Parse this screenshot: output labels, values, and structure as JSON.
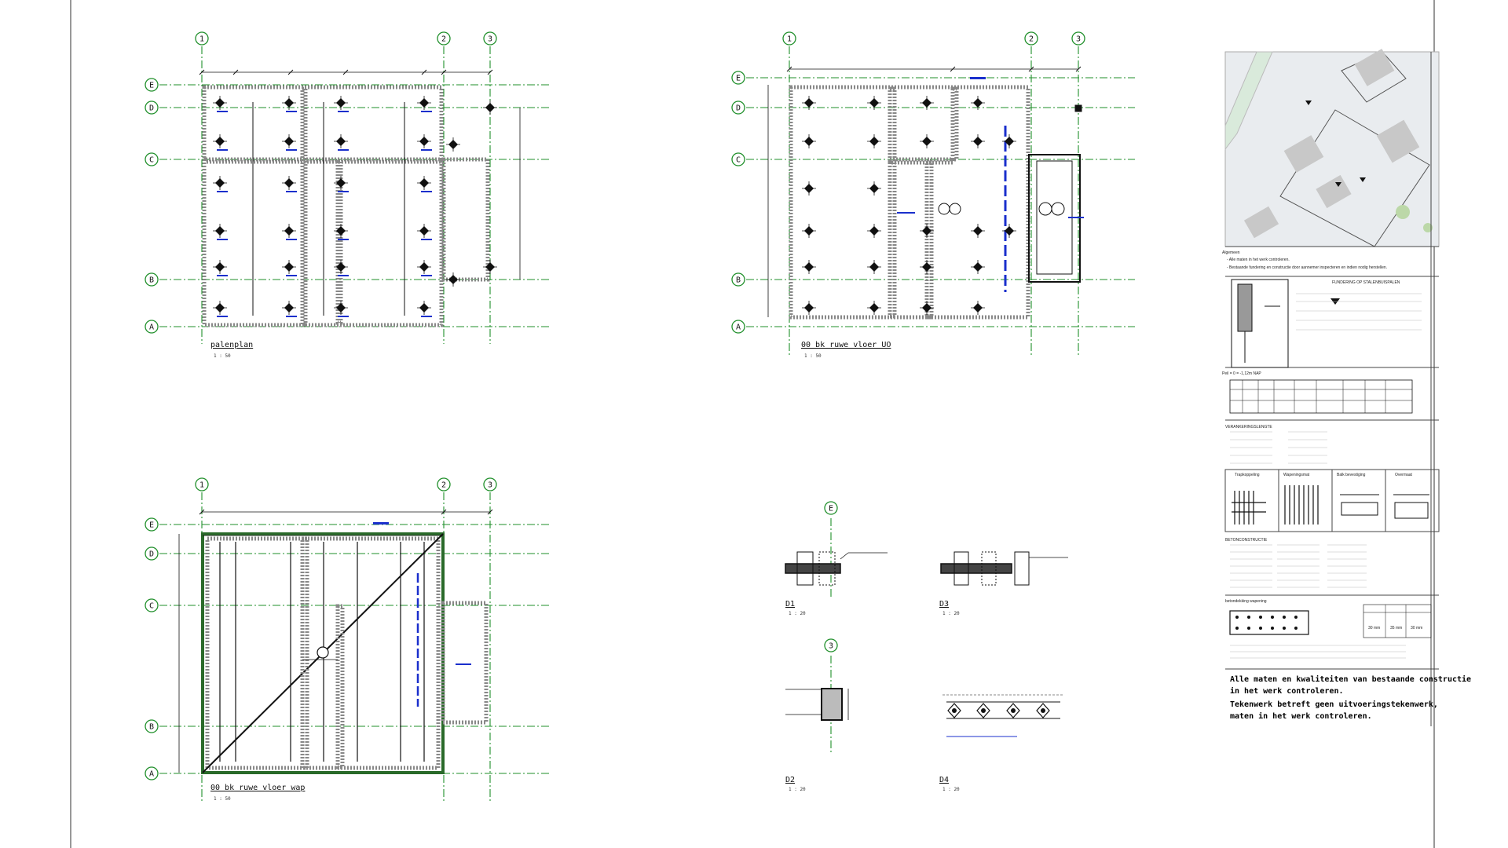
{
  "views": {
    "plan1": {
      "title": "palenplan",
      "scale": "1 : 50"
    },
    "plan2": {
      "title": "00 bk ruwe vloer UO",
      "scale": "1 : 50"
    },
    "plan3": {
      "title": "00 bk ruwe vloer wap",
      "scale": "1 : 50"
    },
    "d1": {
      "title": "D1",
      "scale": "1 : 20"
    },
    "d2": {
      "title": "D2",
      "scale": "1 : 20"
    },
    "d3": {
      "title": "D3",
      "scale": "1 : 20"
    },
    "d4": {
      "title": "D4",
      "scale": "1 : 20"
    }
  },
  "grid": {
    "columns": [
      "1",
      "2",
      "3"
    ],
    "rows": [
      "E",
      "D",
      "C",
      "B",
      "A"
    ]
  },
  "detail_markers": {
    "d1_axis": "E",
    "d2_axis": "3"
  },
  "title_block": {
    "general_heading": "Algemeen",
    "general_lines": [
      "- Alle maten in het werk controleren.",
      "- Bestaande fundering en constructie door aannemer inspecteren en indien nodig herstellen."
    ],
    "foundation_heading": "FUNDERING OP STALENBUISPALEN",
    "level_ref": "Peil = 0 = -1,12m NAP",
    "changes_heading": "VERANKERINGSLENGTE",
    "legend_headings": [
      "Trapkoppeling",
      "Wapeningsmat",
      "Balk bevestiging",
      "Overmaat"
    ],
    "materials_heading": "BETONCONSTRUCTIE",
    "reinforcement_heading": "betondekking wapening",
    "cover_values": [
      "30 mm",
      "35 mm",
      "30 mm"
    ],
    "notes": [
      "Alle maten en kwaliteiten van bestaande constructie",
      "in het werk controleren.",
      "Tekenwerk betreft geen uitvoeringstekenwerk,",
      "maten in het werk controleren."
    ]
  },
  "colors": {
    "grid_line": "#1f8f2a",
    "annotation": "#1a2fcc",
    "linework": "#111111"
  }
}
